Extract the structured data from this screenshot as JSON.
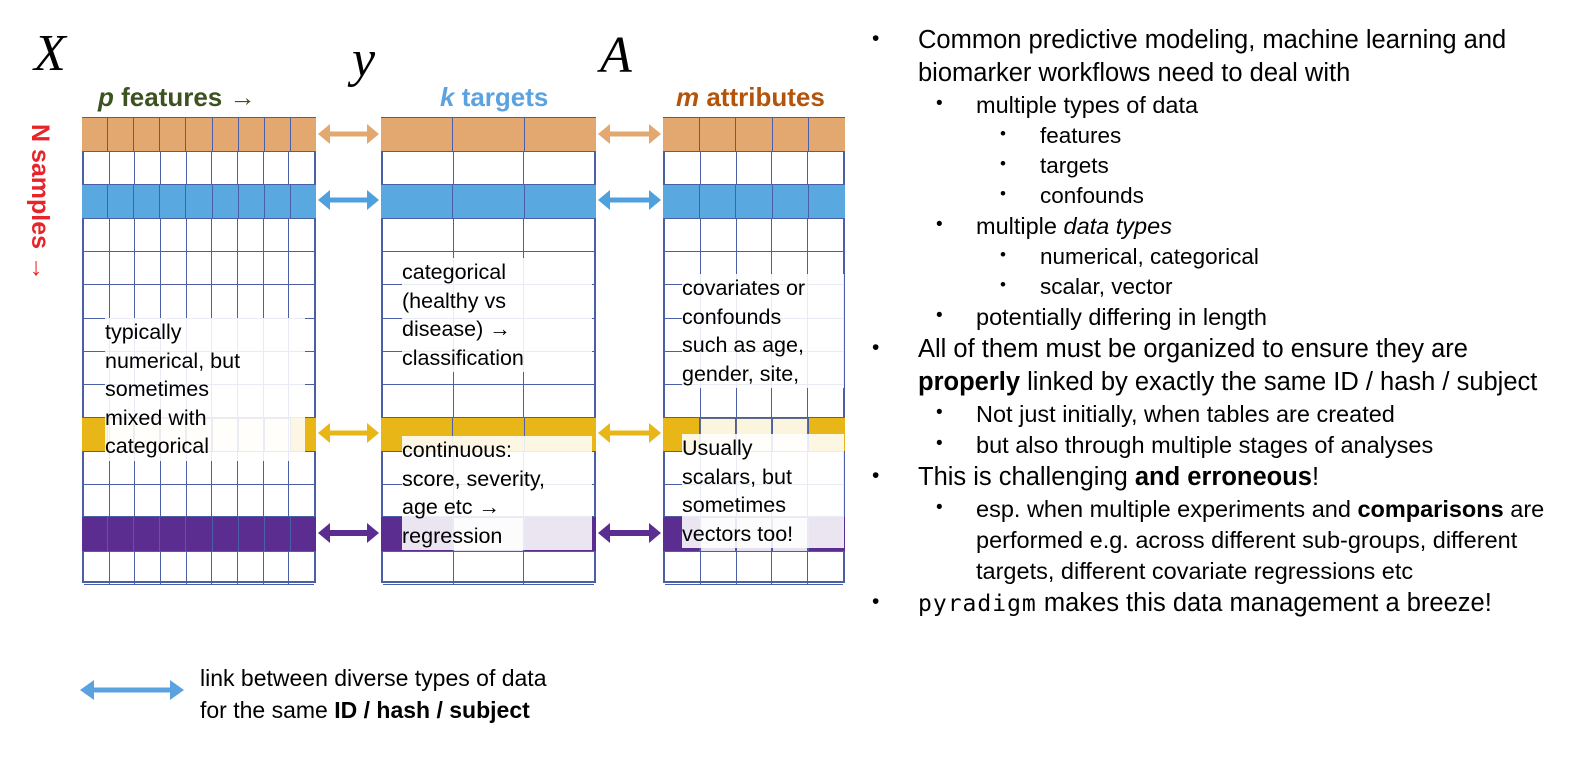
{
  "colors": {
    "grid": "#4A5FA5",
    "orange": "#E3A870",
    "blue": "#59A9E0",
    "yellow": "#E8B породы"
  },
  "matrices": {
    "x": {
      "letter": "X",
      "col_label_var": "p",
      "col_label_text": " features →",
      "col_label_color": "#3C5220",
      "row_label": "N samples →",
      "row_label_color": "#E8232A",
      "columns": 9,
      "rows": 14,
      "text_lines": [
        "typically",
        "numerical, but",
        "sometimes",
        "mixed with",
        "categorical"
      ]
    },
    "y": {
      "letter": "y",
      "col_label_var": "k",
      "col_label_text": " targets",
      "col_label_color": "#5BA3E0",
      "columns": 3,
      "rows": 14,
      "text_block_1": [
        "categorical",
        "(healthy vs",
        "disease) →",
        "classification"
      ],
      "text_block_2": [
        "continuous:",
        "score, severity,",
        "age etc →",
        "regression"
      ]
    },
    "a": {
      "letter": "A",
      "col_label_var": "m",
      "col_label_text": " attributes",
      "col_label_color": "#B4540A",
      "columns": 5,
      "rows": 14,
      "text_block_1": [
        "covariates or",
        "confounds",
        "such as age,",
        "gender, site,"
      ],
      "text_block_2": [
        "Usually",
        "scalars, but",
        "sometimes",
        "vectors too!"
      ]
    }
  },
  "bands": [
    {
      "name": "orange-band",
      "color": "#E3A870",
      "arrow_color": "#E3A870"
    },
    {
      "name": "blue-band",
      "color": "#59A9E0",
      "arrow_color": "#4FA0DC"
    },
    {
      "name": "yellow-band",
      "color": "#E8B617",
      "arrow_color": "#E8B617"
    },
    {
      "name": "purple-band",
      "color": "#5B2D90",
      "arrow_color": "#5B2D90"
    }
  ],
  "legend": {
    "arrow_color": "#5BA3E0",
    "line1": "link between diverse types of data",
    "line2_pre": "for the same ",
    "line2_bold": "ID / hash / subject"
  },
  "bullets": {
    "b1": "Common predictive modeling, machine learning and biomarker workflows need to deal with",
    "b1a": "multiple types of data",
    "b1a1": "features",
    "b1a2": "targets",
    "b1a3": "confounds",
    "b1b_pre": "multiple ",
    "b1b_em": "data types",
    "b1b1": "numerical, categorical",
    "b1b2": "scalar, vector",
    "b1c": "potentially differing in length",
    "b2_pre": "All of them must be organized to ensure they are ",
    "b2_bold": "properly",
    "b2_post": " linked by exactly the same ID / hash / subject",
    "b2a": "Not just initially, when tables are created",
    "b2b": "but also through multiple stages of analyses",
    "b3_pre": "This is challenging ",
    "b3_bold": "and erroneous",
    "b3_post": "!",
    "b3a_pre": "esp. when multiple experiments and ",
    "b3a_bold": "comparisons",
    "b3a_post": " are performed e.g. across different sub-groups, different targets, different covariate regressions etc",
    "b4_mono": "pyradigm",
    "b4_post": " makes this data management a breeze!",
    "bullet_glyph": "•"
  }
}
